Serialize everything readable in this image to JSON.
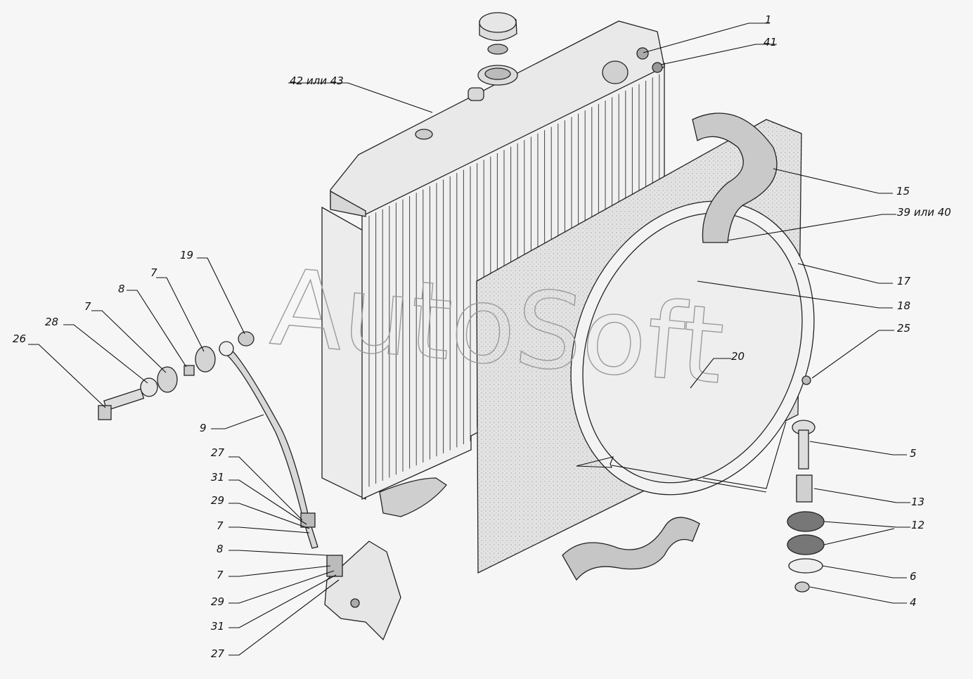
{
  "watermark": "AutoSoft",
  "callouts": {
    "c1": "1",
    "c41": "41",
    "c42_43": "42 или 43",
    "c15": "15",
    "c39_40": "39 или 40",
    "c17": "17",
    "c18": "18",
    "c25": "25",
    "c20": "20",
    "c19": "19",
    "c7a": "7",
    "c8a": "8",
    "c7b": "7",
    "c28": "28",
    "c26": "26",
    "c9": "9",
    "c27a": "27",
    "c31a": "31",
    "c29a": "29",
    "c7c": "7",
    "c8b": "8",
    "c7d": "7",
    "c29b": "29",
    "c31b": "31",
    "c27b": "27",
    "c5": "5",
    "c13": "13",
    "c12": "12",
    "c6": "6",
    "c4": "4"
  }
}
